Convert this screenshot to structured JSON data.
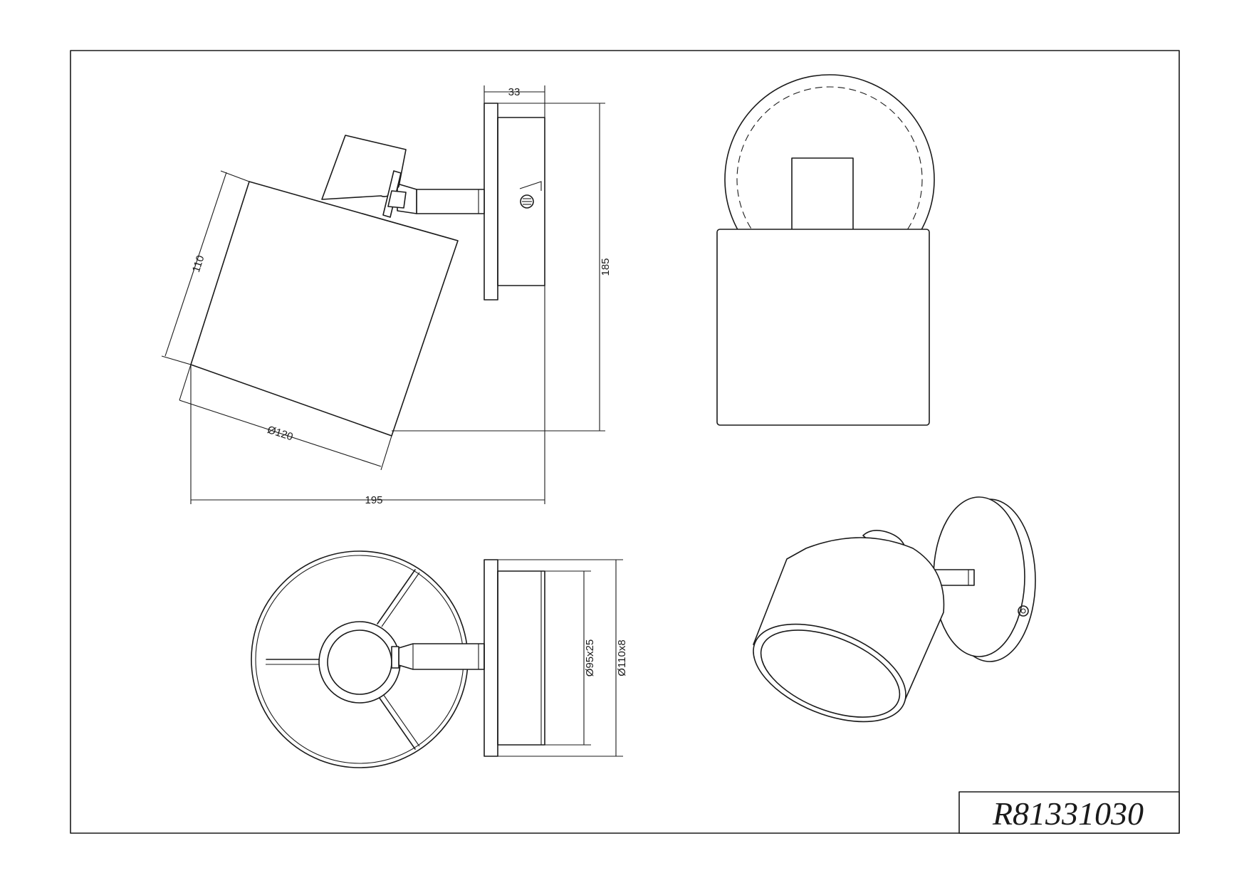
{
  "drawing": {
    "product_code": "R81331030",
    "dimensions": {
      "wall_plate_depth": "33",
      "total_height": "185",
      "shade_length": "110",
      "shade_diameter": "Ø120",
      "total_projection": "195",
      "base_inner": "Ø95x25",
      "base_outer": "Ø110x8"
    }
  }
}
